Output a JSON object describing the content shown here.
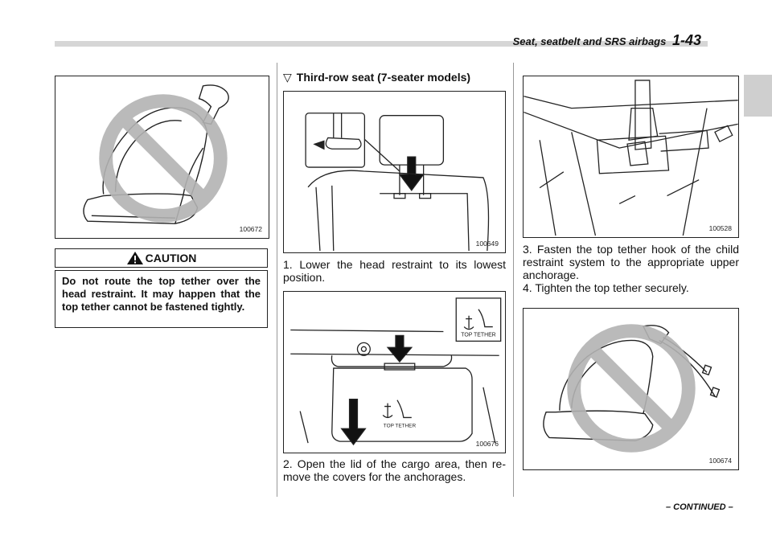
{
  "header": {
    "section_title": "Seat, seatbelt and SRS airbags",
    "page_number": "1-43"
  },
  "figures": {
    "fig1": "100672",
    "fig2": "100649",
    "fig3": "100676",
    "fig4": "100528",
    "fig5": "100674"
  },
  "fig3_labels": {
    "tether_label_top": "TOP TETHER",
    "tether_label_cover": "TOP TETHER"
  },
  "caution": {
    "heading": "CAUTION",
    "text": "Do not route the top tether over the head restraint. It may happen that the top tether cannot be fastened tightly."
  },
  "section": {
    "marker": "▽",
    "heading": "Third-row seat (7-seater models)"
  },
  "steps": {
    "step1": "1.  Lower the head restraint to its lowest position.",
    "step2": "2.  Open the lid of the cargo area, then re-move the covers for the anchorages.",
    "step3": "3.  Fasten the top tether hook of the child restraint system to the appropriate upper anchorage.",
    "step4": "4.  Tighten the top tether securely."
  },
  "footer": {
    "continued": "– CONTINUED –"
  }
}
